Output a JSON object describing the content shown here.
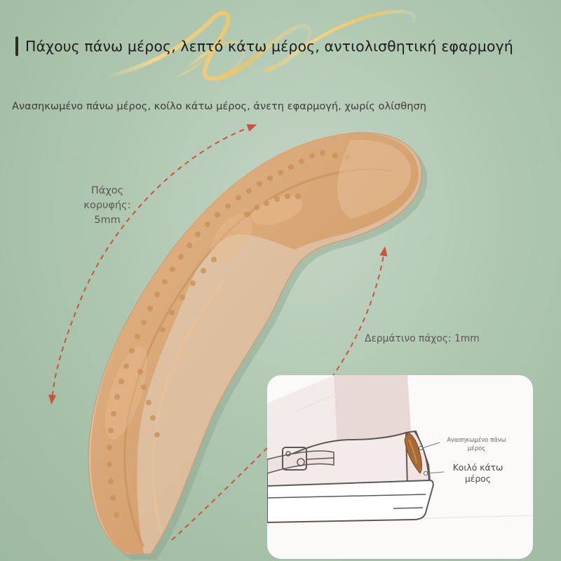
{
  "heading": {
    "title": "Πάχους πάνω μέρος, λεπτό κάτω μέρος, αντιολισθητική εφαρμογή",
    "subtitle": "Ανασηκωμένο πάνω μέρος, κοίλο κάτω μέρος, άνετη εφαρμογή, χωρίς ολίσθηση"
  },
  "annotations": {
    "top_thickness": [
      "Πάχος",
      "κορυφής:",
      "5mm"
    ],
    "leather_thickness": "Δερμάτινο πάχος: 1mm"
  },
  "inset": {
    "label_raised": [
      "Ανασηκωμένο πάνω",
      "μέρος"
    ],
    "label_concave": [
      "Κοιλό κάτω",
      "μέρος"
    ]
  },
  "colors": {
    "background": "#afc7b1",
    "gold_accent": "#e6c873",
    "arrow_red": "#c9553a",
    "insole_gel": "#d9a772",
    "insole_suede": "#ddc0a1",
    "pad_brown": "#a66a35"
  }
}
